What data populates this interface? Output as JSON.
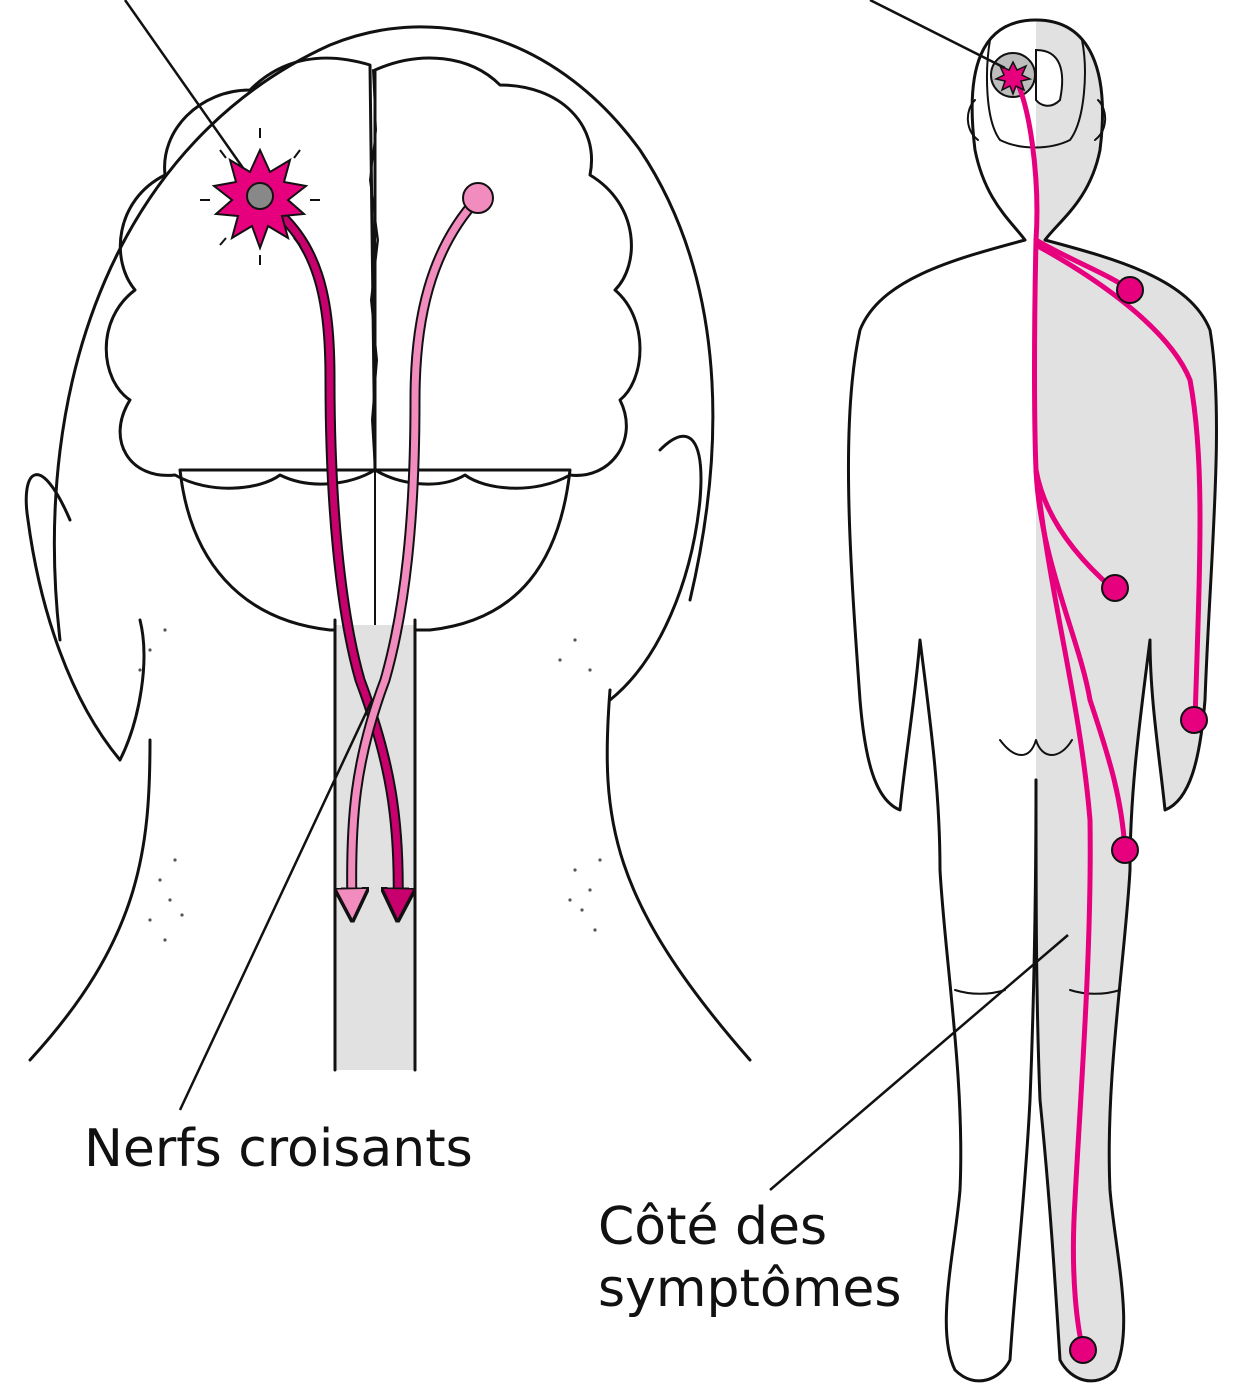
{
  "labels": {
    "crossing_nerves": "Nerfs croisants",
    "symptom_side_line1": "Côté des",
    "symptom_side_line2": "symptômes"
  },
  "colors": {
    "nerve_magenta": "#e6007e",
    "nerve_dark": "#b0005e",
    "nerve_pink": "#f28cbf",
    "brain_gray": "#e1e1e1",
    "outline": "#111111",
    "background": "#ffffff"
  },
  "icons": {
    "lesion": "starburst-lesion-icon",
    "symptom_point": "magenta-dot-icon",
    "arrow": "arrow-down-icon"
  }
}
